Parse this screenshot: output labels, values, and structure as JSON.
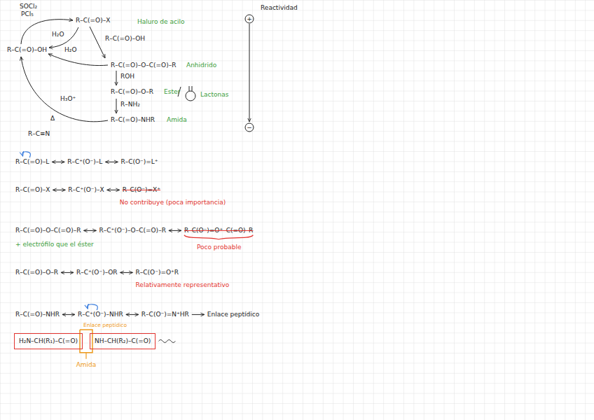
{
  "diagram": {
    "nodes": [
      {
        "text": [
          "H₂N–CH(R₁)–C(=O)"
        ]
      },
      {
        "text": [
          "NH–CH(R₂)–C(=O)"
        ]
      }
    ],
    "labels": [
      "SOCl₂",
      "PCl₅",
      "R–C(=O)–X",
      "Haluro de acilo",
      "H₂O",
      "R–C(=O)–OH",
      "R–C(=O)–OH",
      "H₂O",
      "R–C(=O)–O–C(=O)–R",
      "Anhidrido",
      "ROH",
      "R–C(=O)–O–R",
      "Ester",
      "Lactonas",
      "R–NH₂",
      "H₃O⁺",
      "Δ",
      "R–C(=O)–NHR",
      "Amida",
      "Reactividad",
      "+",
      "−",
      "R–C≡N",
      "R–C(=O)–L",
      "R–C⁺(O⁻)–L",
      "R–C(O⁻)=L⁺",
      "R–C(=O)–X",
      "R–C⁺(O⁻)–X",
      "R–C(O⁻)=X⁺",
      "No contribuye (poca importancia)",
      "R–C(=O)–O–C(=O)–R",
      "R–C⁺(O⁻)–O–C(=O)–R",
      "R–C(O⁻)=O⁺–C(=O)–R",
      "Poco probable",
      "+ electrófilo que el éster",
      "R–C(=O)–O–R",
      "R–C⁺(O⁻)–OR",
      "R–C(O⁻)=O⁺R",
      "Relativamente representativo",
      "R–C(=O)–NHR",
      "R–C⁺(O⁻)–NHR",
      "R–C(O⁻)=N⁺HR",
      "Enlace peptídico",
      "Enlace peptídico",
      "Amida"
    ]
  }
}
